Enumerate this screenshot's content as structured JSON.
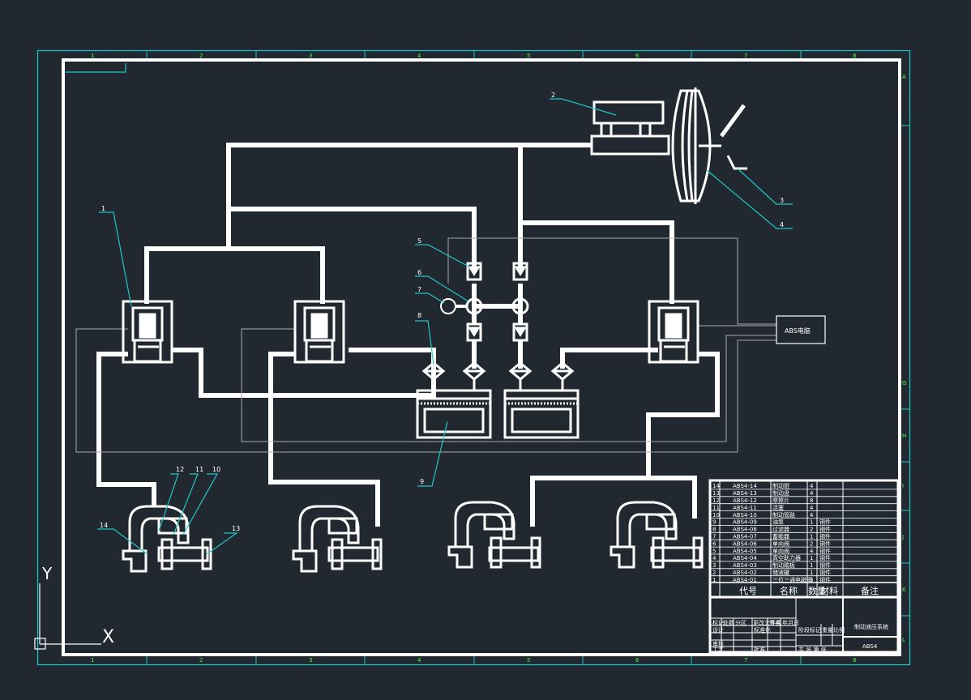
{
  "drawing": {
    "title": "制动液压系统",
    "code": "ABS4",
    "ecu_label": "ABS电脑",
    "part_callouts": [
      "1",
      "2",
      "3",
      "4",
      "5",
      "6",
      "7",
      "8",
      "9",
      "10",
      "11",
      "12",
      "13",
      "14"
    ]
  },
  "frame": {
    "column_zones": [
      "1",
      "2",
      "3",
      "4",
      "5",
      "6",
      "7",
      "8"
    ],
    "row_zones": [
      "A",
      "G",
      "H",
      "I",
      "J",
      "K",
      "L"
    ]
  },
  "parts_list": {
    "headers": {
      "code": "代号",
      "name": "名称",
      "qty": "数量",
      "material": "材料",
      "note": "备注"
    },
    "rows": [
      {
        "no": "14",
        "code": "ABS4-14",
        "name": "制动钳",
        "qty": "4",
        "material": ""
      },
      {
        "no": "13",
        "code": "ABS4-13",
        "name": "制动盘",
        "qty": "4",
        "material": ""
      },
      {
        "no": "12",
        "code": "ABS4-12",
        "name": "摩擦片",
        "qty": "8",
        "material": ""
      },
      {
        "no": "11",
        "code": "ABS4-11",
        "name": "活塞",
        "qty": "4",
        "material": ""
      },
      {
        "no": "10",
        "code": "ABS4-10",
        "name": "制动管路",
        "qty": "4",
        "material": ""
      },
      {
        "no": "9",
        "code": "ABS4-09",
        "name": "油泵",
        "qty": "1",
        "material": "钢件"
      },
      {
        "no": "8",
        "code": "ABS4-08",
        "name": "过滤器",
        "qty": "2",
        "material": "钢件"
      },
      {
        "no": "7",
        "code": "ABS4-07",
        "name": "蓄能器",
        "qty": "1",
        "material": "钢件"
      },
      {
        "no": "6",
        "code": "ABS4-06",
        "name": "单向阀",
        "qty": "2",
        "material": "钢件"
      },
      {
        "no": "5",
        "code": "ABS4-05",
        "name": "单向阀",
        "qty": "4",
        "material": "钢件"
      },
      {
        "no": "4",
        "code": "ABS4-04",
        "name": "真空助力器",
        "qty": "1",
        "material": "钢件"
      },
      {
        "no": "3",
        "code": "ABS4-03",
        "name": "制动踏板",
        "qty": "1",
        "material": "钢件"
      },
      {
        "no": "2",
        "code": "ABS4-02",
        "name": "储液罐",
        "qty": "1",
        "material": "钢件"
      },
      {
        "no": "1",
        "code": "ABS4-01",
        "name": "三位三通电磁阀",
        "qty": "3",
        "material": "钢件"
      }
    ]
  },
  "title_block": {
    "row1": [
      "标记",
      "处数",
      "分区",
      "更改文件号",
      "签名",
      "年月日"
    ],
    "design_label": "设计",
    "std_label": "标准化",
    "check_label": "审核",
    "process_label": "工艺",
    "approve_label": "批准",
    "stage_label": "阶段标记",
    "weight_label": "重量",
    "scale_label": "比例",
    "sheet_label": "共 张 第 张"
  },
  "ucs": {
    "x": "X",
    "y": "Y"
  }
}
